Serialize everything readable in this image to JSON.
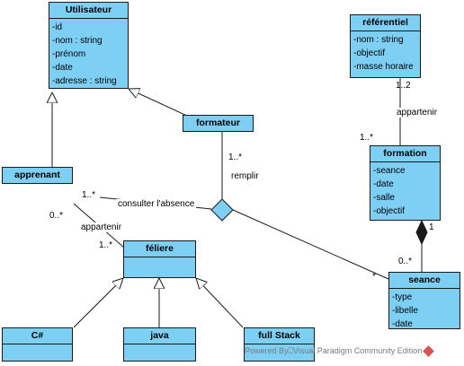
{
  "classes": {
    "utilisateur": {
      "name": "Utilisateur",
      "attributes": [
        "-id",
        "-nom : string",
        "-prénom",
        "-date",
        "-adresse : string"
      ]
    },
    "referentiel": {
      "name": "référentiel",
      "attributes": [
        "-nom : string",
        "-objectif",
        "-masse horaire"
      ]
    },
    "formateur": {
      "name": "formateur",
      "attributes": []
    },
    "apprenant": {
      "name": "apprenant",
      "attributes": []
    },
    "formation": {
      "name": "formation",
      "attributes": [
        "-seance",
        "-date",
        "-salle",
        "-objectif"
      ]
    },
    "feliere": {
      "name": "féliere",
      "attributes": []
    },
    "seance": {
      "name": "seance",
      "attributes": [
        "-type",
        "-libelle",
        "-date"
      ]
    },
    "csharp": {
      "name": "C#",
      "attributes": []
    },
    "java": {
      "name": "java",
      "attributes": []
    },
    "fullstack": {
      "name": "full Stack",
      "attributes": []
    }
  },
  "labels": {
    "ref_mult": "1..2",
    "ref_assoc": "appartenir",
    "formation_mult": "1..*",
    "formateur_mult": "1..*",
    "remplir": "remplir",
    "apprenant_mult_right": "1..*",
    "consulter": "consulter l'absence",
    "apprenant_mult_bottom": "0..*",
    "appartenir2": "appartenir",
    "feliere_mult": "1..*",
    "comp_mult": "1",
    "seance_mult_top": "0..*",
    "seance_mult_left": "*"
  },
  "watermark": "Powered By⎕Visual Paradigm Community Edition"
}
